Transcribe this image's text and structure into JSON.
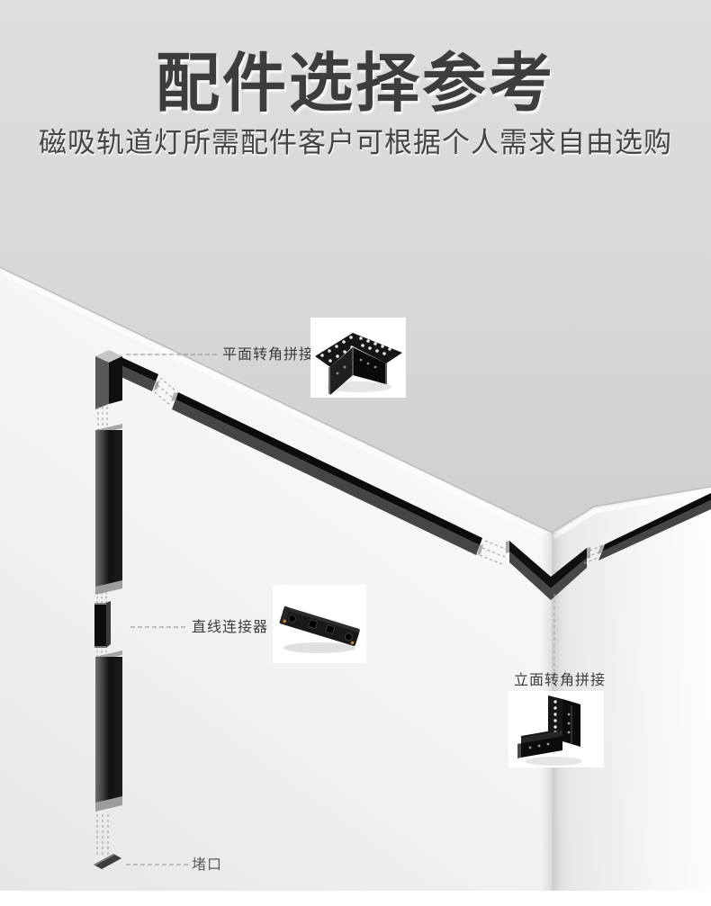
{
  "header": {
    "title": "配件选择参考",
    "subtitle": "磁吸轨道灯所需配件客户可根据个人需求自由选购"
  },
  "annotations": {
    "flat_corner": {
      "label": "平面转角拼接"
    },
    "straight_connector": {
      "label": "直线连接器"
    },
    "vertical_corner": {
      "label": "立面转角拼接"
    },
    "end_cap": {
      "label": "堵口"
    }
  },
  "products": {
    "flat_corner": {
      "image": "flat-corner-connector"
    },
    "straight_connector": {
      "image": "straight-connector"
    },
    "vertical_corner": {
      "image": "vertical-corner-connector"
    }
  },
  "colors": {
    "background_gray": "#d9d9d9",
    "wall_white": "#f4f4f4",
    "track_black": "#121212",
    "track_gray_face": "#454545",
    "title_text": "#3d3d3d",
    "label_text": "#3c3c3c",
    "contact_dot": "#c2813f",
    "bottom_strip": "#ffffff"
  }
}
